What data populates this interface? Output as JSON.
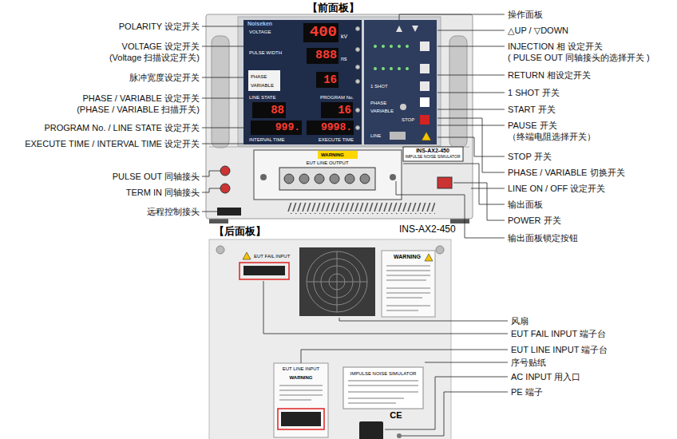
{
  "diagram": {
    "labels": [
      "【前面板】",
      "POLARITY 设定开关",
      "VOLTAGE 设定开关",
      "(Voltage 扫描设定开关)",
      "脉冲宽度设定开关",
      "PHASE / VARIABLE 设定开关",
      "(PHASE / VARIABLE 扫描开关)",
      "PROGRAM No. / LINE STATE 设定开关",
      "EXECUTE TIME / INTERVAL TIME 设定开关",
      "PULSE OUT 同轴接头",
      "TERM IN 同轴接头",
      "远程控制接头",
      "操作面板",
      "△UP / ▽DOWN",
      "INJECTION 相 设定开关",
      "( PULSE OUT 同轴接头的选择开关 )",
      "RETURN 相设定开关",
      "1 SHOT 开关",
      "START 开关",
      "PAUSE 开关",
      "（终端电阻选择开关）",
      "STOP 开关",
      "PHASE / VARIABLE 切换开关",
      "LINE ON / OFF 设定开关",
      "输出面板",
      "POWER 开关",
      "输出面板锁定按钮",
      "INS-AX2-450",
      "【后面板】",
      "风扇",
      "EUT FAIL INPUT 端子台",
      "EUT LINE INPUT 端子台",
      "序号贴纸",
      "AC INPUT 用入口",
      "PE 端子",
      "Noiseken",
      "VOLTAGE",
      "400",
      "kV",
      "PULSE WIDTH",
      "888",
      "ns",
      "PHASE",
      "VARIABLE",
      "16",
      "LINE STATE",
      "PROGRAM No.",
      "88",
      "16",
      "999.",
      "9998.",
      "INTERVAL TIME",
      "EXECUTE TIME",
      "1 SHOT",
      "PHASE",
      "VARIABLE",
      "STOP",
      "LINE",
      "WARNING",
      "EUT LINE OUTPUT",
      "INS-AX2-450",
      "IMPULSE NOISE SIMULATOR",
      "EUT FAIL INPUT",
      "WARNING",
      "EUT LINE INPUT",
      "WARNING",
      "IMPULSE NOISE SIMULATOR",
      "CE"
    ]
  }
}
